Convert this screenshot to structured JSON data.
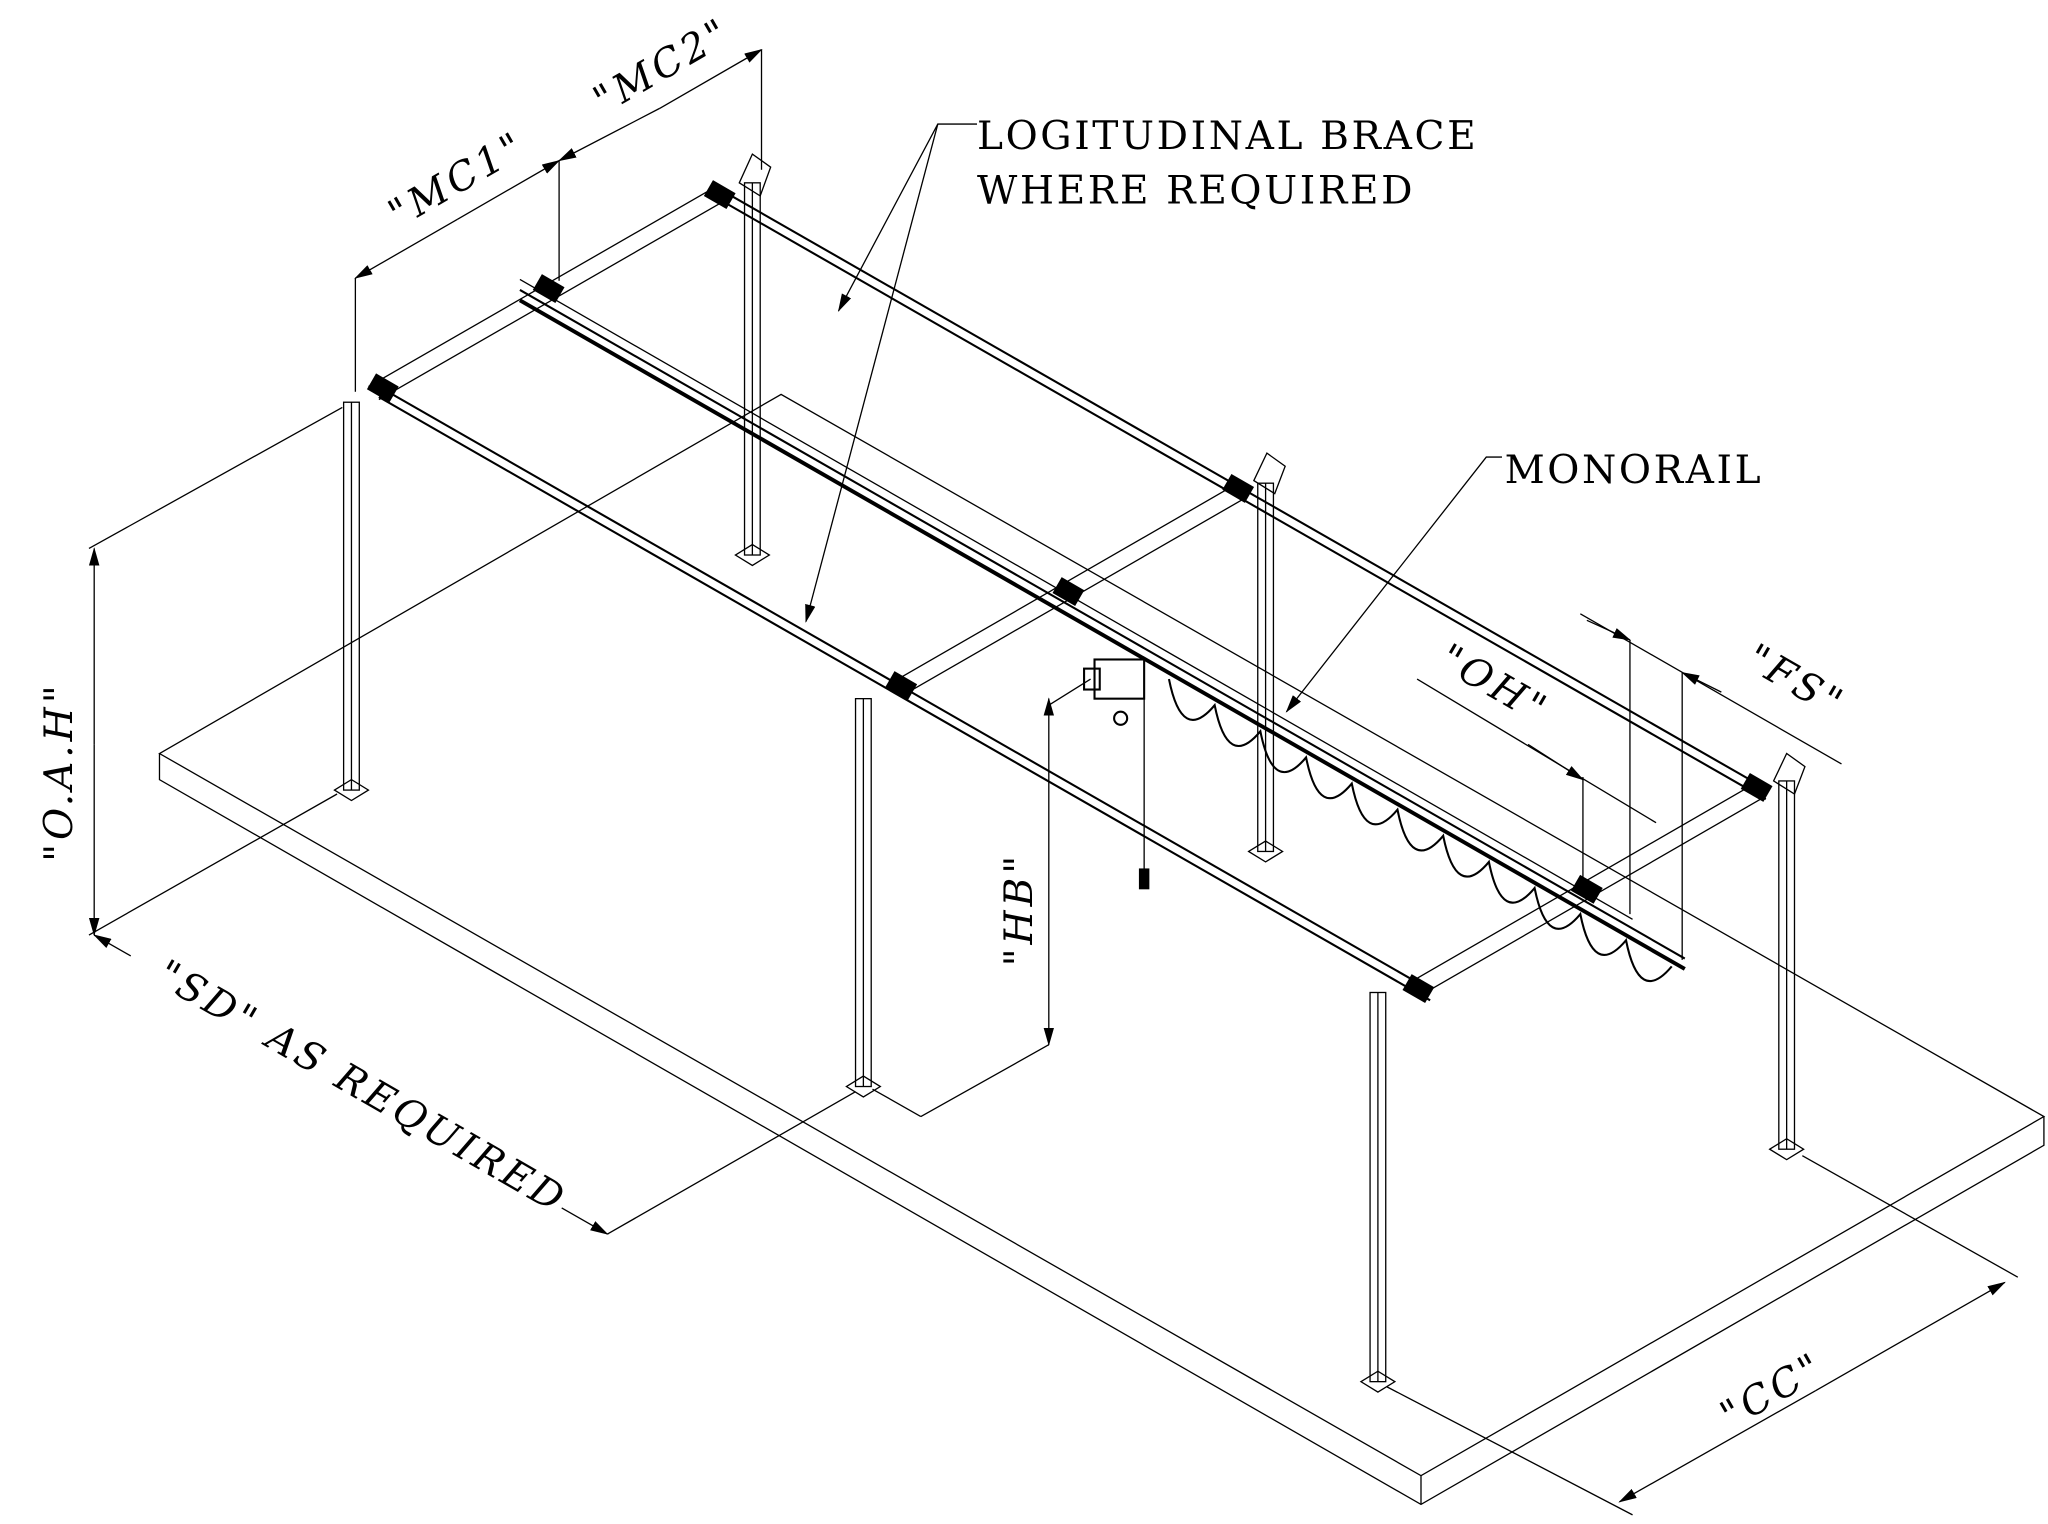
{
  "diagram": {
    "type": "isometric freestanding monorail crane frame",
    "callouts": {
      "brace_line1": "LOGITUDINAL BRACE",
      "brace_line2": "WHERE REQUIRED",
      "monorail": "MONORAIL"
    },
    "dimensions": {
      "mc1": "\"MC1\"",
      "mc2": "\"MC2\"",
      "oah": "\"O.A.H\"",
      "sd": "\"SD\" AS REQUIRED",
      "hb": "\"HB\"",
      "oh": "\"OH\"",
      "fs": "\"FS\"",
      "cc": "\"CC\""
    },
    "colors": {
      "line": "#000000",
      "background": "#ffffff"
    }
  }
}
